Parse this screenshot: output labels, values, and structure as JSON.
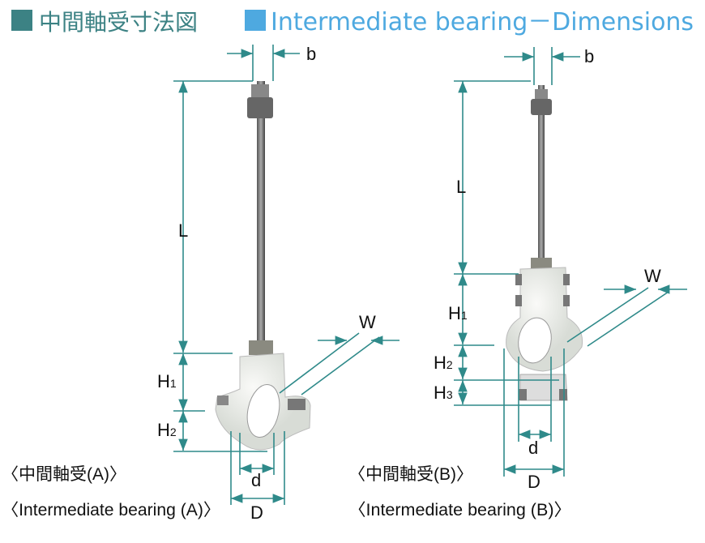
{
  "title": {
    "jp": "中間軸受寸法図",
    "en": "Intermediate bearing－Dimensions",
    "jp_color": "#3c8284",
    "en_color": "#4ea9e0"
  },
  "dimension_color": "#2f8a8a",
  "bearing_a": {
    "caption_jp": "〈中間軸受(A)〉",
    "caption_en": "〈Intermediate bearing (A)〉",
    "labels": {
      "b": "b",
      "L": "L",
      "H1": "H",
      "H1_sub": "1",
      "H2": "H",
      "H2_sub": "2",
      "W": "W",
      "d": "d",
      "D": "D"
    }
  },
  "bearing_b": {
    "caption_jp": "〈中間軸受(B)〉",
    "caption_en": "〈Intermediate bearing (B)〉",
    "labels": {
      "b": "b",
      "L": "L",
      "H1": "H",
      "H1_sub": "1",
      "H2": "H",
      "H2_sub": "2",
      "H3": "H",
      "H3_sub": "3",
      "W": "W",
      "d": "d",
      "D": "D"
    }
  }
}
